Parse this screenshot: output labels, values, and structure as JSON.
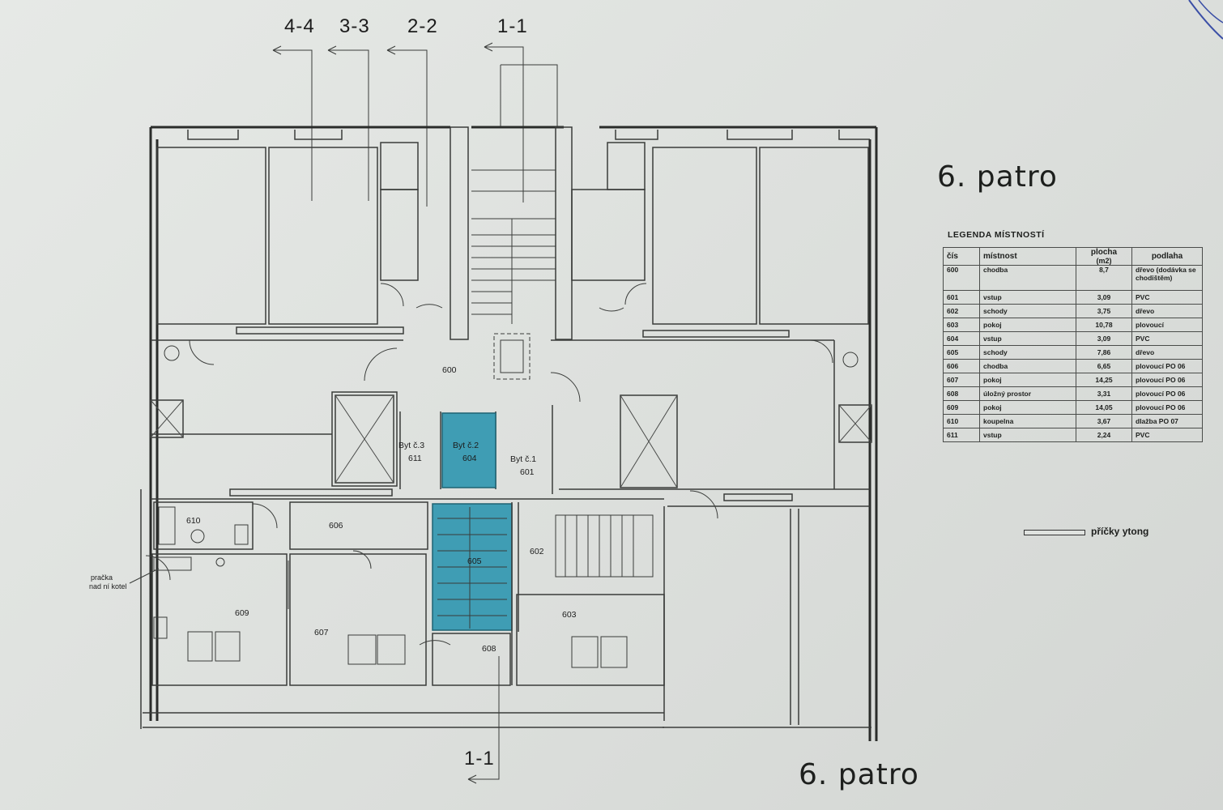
{
  "title": "6. patro",
  "section_labels": [
    "4-4",
    "3-3",
    "2-2",
    "1-1",
    "1-1"
  ],
  "rooms": [
    {
      "label": "600"
    },
    {
      "label": "610"
    },
    {
      "label": "606"
    },
    {
      "label": "605"
    },
    {
      "label": "602"
    },
    {
      "label": "609"
    },
    {
      "label": "607"
    },
    {
      "label": "608"
    },
    {
      "label": "603"
    }
  ],
  "units": [
    {
      "line1": "Byt č.3",
      "line2": "611"
    },
    {
      "line1": "Byt č.2",
      "line2": "604"
    },
    {
      "line1": "Byt č.1",
      "line2": "601"
    }
  ],
  "note": {
    "line1": "pračka",
    "line2": "nad ní kotel"
  },
  "highlight_color": "#3f9db4",
  "legend": {
    "title": "LEGENDA MÍSTNOSTÍ",
    "headers": {
      "num": "čís",
      "room": "místnost",
      "area": "plocha",
      "area_unit": "(m2)",
      "floor": "podlaha"
    },
    "rows": [
      {
        "num": "600",
        "room": "chodba",
        "area": "8,7",
        "floor": "dřevo (dodávka se chodištěm)"
      },
      {
        "num": "601",
        "room": "vstup",
        "area": "3,09",
        "floor": "PVC"
      },
      {
        "num": "602",
        "room": "schody",
        "area": "3,75",
        "floor": "dřevo"
      },
      {
        "num": "603",
        "room": "pokoj",
        "area": "10,78",
        "floor": "plovoucí"
      },
      {
        "num": "604",
        "room": "vstup",
        "area": "3,09",
        "floor": "PVC"
      },
      {
        "num": "605",
        "room": "schody",
        "area": "7,86",
        "floor": "dřevo"
      },
      {
        "num": "606",
        "room": "chodba",
        "area": "6,65",
        "floor": "plovoucí PO 06"
      },
      {
        "num": "607",
        "room": "pokoj",
        "area": "14,25",
        "floor": "plovoucí PO 06"
      },
      {
        "num": "608",
        "room": "úložný prostor",
        "area": "3,31",
        "floor": "plovoucí PO 06"
      },
      {
        "num": "609",
        "room": "pokoj",
        "area": "14,05",
        "floor": "plovoucí PO 06"
      },
      {
        "num": "610",
        "room": "koupelna",
        "area": "3,67",
        "floor": "dlažba PO 07"
      },
      {
        "num": "611",
        "room": "vstup",
        "area": "2,24",
        "floor": "PVC"
      }
    ]
  },
  "partition_legend": "příčky ytong"
}
